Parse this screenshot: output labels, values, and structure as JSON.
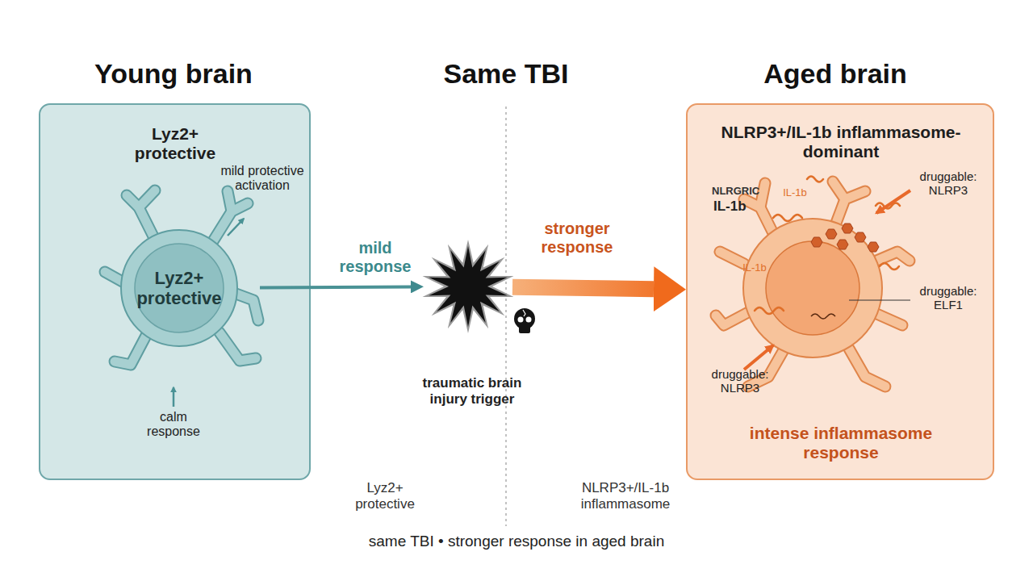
{
  "diagram": {
    "caption": "same TBI • stronger response in aged brain",
    "nodes": [
      {
        "text": [
          "Lyz2+ protective"
        ]
      },
      {
        "text": [
          "Lyz2+ protective"
        ],
        "in": 0
      },
      {
        "text": [
          "traumatic brain injury trigger"
        ]
      },
      {
        "text": [
          "NLRP3+/IL-1b inflammasome-dominant",
          "intense inflammasome response"
        ]
      },
      {
        "text": [
          "IL-1b",
          "IL-1b"
        ],
        "in": 3
      }
    ],
    "edges": [
      {
        "from": 1,
        "to": 2,
        "label": "mild response",
        "arrow": "to"
      },
      {
        "from": 2,
        "to": 3,
        "label": "stronger response",
        "arrow": "to"
      }
    ],
    "labels": [
      "Young brain",
      "Same TBI",
      "Aged brain",
      "mild protective activation",
      "calm response",
      "NLRGRIC",
      "IL-1b",
      "druggable: NLRP3",
      "druggable: ELF1",
      "druggable: NLRP3",
      "Lyz2+ protective",
      "NLRP3+/IL-1b inflammasome"
    ]
  }
}
